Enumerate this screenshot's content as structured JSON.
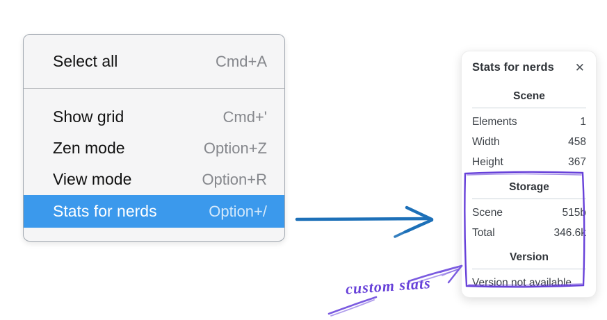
{
  "context_menu": {
    "items": [
      {
        "label": "Select all",
        "shortcut": "Cmd+A",
        "selected": false
      },
      {
        "label": "Show grid",
        "shortcut": "Cmd+'",
        "selected": false
      },
      {
        "label": "Zen mode",
        "shortcut": "Option+Z",
        "selected": false
      },
      {
        "label": "View mode",
        "shortcut": "Option+R",
        "selected": false
      },
      {
        "label": "Stats for nerds",
        "shortcut": "Option+/",
        "selected": true
      }
    ]
  },
  "stats_panel": {
    "title": "Stats for nerds",
    "close_icon": "✕",
    "sections": [
      {
        "heading": "Scene",
        "rows": [
          [
            "Elements",
            "1"
          ],
          [
            "Width",
            "458"
          ],
          [
            "Height",
            "367"
          ]
        ]
      },
      {
        "heading": "Storage",
        "rows": [
          [
            "Scene",
            "515b"
          ],
          [
            "Total",
            "346.6k"
          ]
        ]
      },
      {
        "heading": "Version",
        "note": "Version not available"
      }
    ]
  },
  "annotation": {
    "label": "custom stats"
  },
  "colors": {
    "menu_highlight": "#3b99ec",
    "arrow_blue": "#1d70b8",
    "annotation_purple": "#6741d9"
  }
}
